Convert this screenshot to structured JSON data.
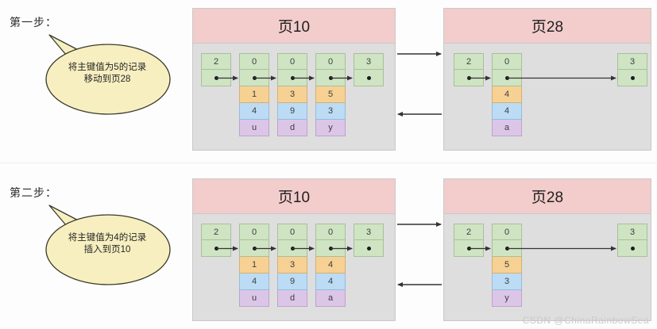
{
  "diagram": {
    "title_watermark": "CSDN @ChinaRainbowSea",
    "colors": {
      "page_header_bg": "#f3cccc",
      "page_body_bg": "#dedede",
      "node_green": "#cfe4c3",
      "data_orange": "#f7d194",
      "data_blue": "#bcdcf5",
      "data_purple": "#dcc6e8",
      "bubble_yellow": "#f7efc0",
      "arrow": "#333333"
    }
  },
  "steps": [
    {
      "label": "第一步：",
      "bubble": {
        "line1": "将主键值为5的记录",
        "line2": "移动到页28"
      },
      "pages": [
        {
          "name": "页10",
          "nodes": [
            {
              "head": "2",
              "data": []
            },
            {
              "head": "0",
              "data": [
                "1",
                "4",
                "u"
              ]
            },
            {
              "head": "0",
              "data": [
                "3",
                "9",
                "d"
              ]
            },
            {
              "head": "0",
              "data": [
                "5",
                "3",
                "y"
              ]
            },
            {
              "head": "3",
              "data": []
            }
          ]
        },
        {
          "name": "页28",
          "nodes": [
            {
              "head": "2",
              "data": []
            },
            {
              "head": "0",
              "data": [
                "4",
                "4",
                "a"
              ]
            },
            {
              "head": "3",
              "data": []
            }
          ]
        }
      ]
    },
    {
      "label": "第二步：",
      "bubble": {
        "line1": "将主键值为4的记录",
        "line2": "插入到页10"
      },
      "pages": [
        {
          "name": "页10",
          "nodes": [
            {
              "head": "2",
              "data": []
            },
            {
              "head": "0",
              "data": [
                "1",
                "4",
                "u"
              ]
            },
            {
              "head": "0",
              "data": [
                "3",
                "9",
                "d"
              ]
            },
            {
              "head": "0",
              "data": [
                "4",
                "4",
                "a"
              ]
            },
            {
              "head": "3",
              "data": []
            }
          ]
        },
        {
          "name": "页28",
          "nodes": [
            {
              "head": "2",
              "data": []
            },
            {
              "head": "0",
              "data": [
                "5",
                "3",
                "y"
              ]
            },
            {
              "head": "3",
              "data": []
            }
          ]
        }
      ]
    }
  ]
}
